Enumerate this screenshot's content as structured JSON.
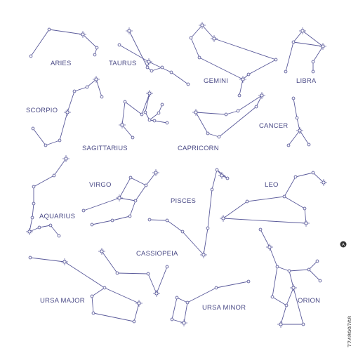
{
  "colors": {
    "line": "#5a5a9a",
    "star": "#5a5a9a",
    "text": "#4a4a86"
  },
  "constellations": [
    {
      "key": "aries",
      "name": "ARIES"
    },
    {
      "key": "taurus",
      "name": "TAURUS"
    },
    {
      "key": "gemini",
      "name": "GEMINI"
    },
    {
      "key": "libra",
      "name": "LIBRA"
    },
    {
      "key": "scorpio",
      "name": "SCORPIO"
    },
    {
      "key": "sagittarius",
      "name": "SAGITTARIUS"
    },
    {
      "key": "capricorn",
      "name": "CAPRICORN"
    },
    {
      "key": "cancer",
      "name": "CANCER"
    },
    {
      "key": "aquarius",
      "name": "AQUARIUS"
    },
    {
      "key": "virgo",
      "name": "VIRGO"
    },
    {
      "key": "pisces",
      "name": "PISCES"
    },
    {
      "key": "leo",
      "name": "LEO"
    },
    {
      "key": "cassiopeia",
      "name": "CASSIOPEIA"
    },
    {
      "key": "ursa_major",
      "name": "URSA MAJOR"
    },
    {
      "key": "ursa_minor",
      "name": "URSA MINOR"
    },
    {
      "key": "orion",
      "name": "ORION"
    }
  ],
  "watermark": {
    "stock_id": "774899768"
  }
}
